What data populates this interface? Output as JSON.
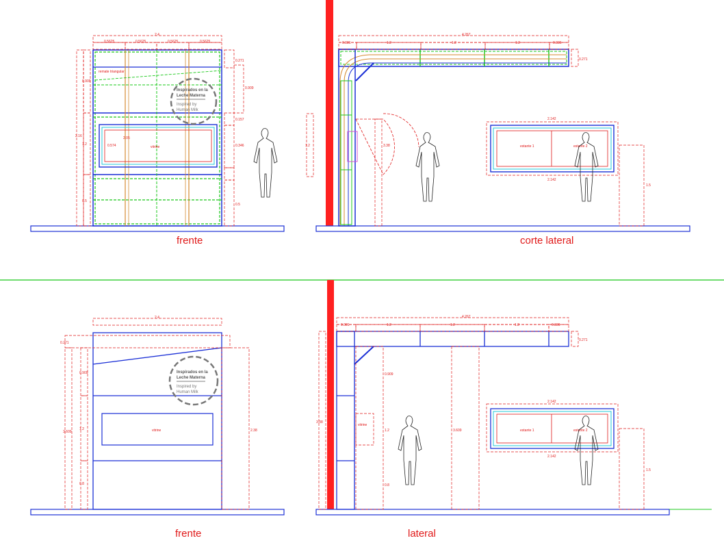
{
  "captions": {
    "top_left": "frente",
    "top_right": "corte lateral",
    "bottom_left": "frente",
    "bottom_right": "lateral"
  },
  "logo": {
    "es_line1": "Inspirados en la",
    "es_line2": "Leche Materna",
    "en_line1": "Inspired by",
    "en_line2": "Human Milk"
  },
  "labels": {
    "vitrine": "vitrine",
    "shelf1": "estante 1",
    "shelf2": "estante 2",
    "band": "remate triangular"
  },
  "dims": {
    "total_width": "2.4",
    "segment": "0.5625",
    "top_span": "4.267",
    "span_1_2": "1.2",
    "span_0_381": "0.381",
    "span_0_336": "0.336",
    "d_0_271": "0.271",
    "d_0_5": "0.5",
    "d_0_909": "0.909",
    "d_1_2": "1.2",
    "d_2_16": "2.16",
    "d_0_574": "0.574",
    "d_2_05": "2.05",
    "d_0_157": "0.157",
    "d_0_346": "0.346",
    "d_3_38": "3.38",
    "d_1_5": "1.5",
    "d_2_142": "2.142",
    "d_0_8": "0.8",
    "d_3_609": "3.609",
    "d_2_38": "2.38"
  },
  "colors": {
    "outline": "#1a2fd6",
    "dimension": "#e01818",
    "accent_green": "#18c818",
    "accent_cyan": "#20c8d8",
    "accent_orange": "#d68a30",
    "column": "#ff2020"
  }
}
